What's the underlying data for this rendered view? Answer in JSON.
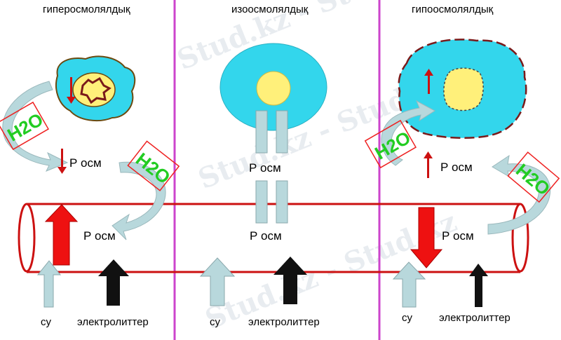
{
  "panels": {
    "hyper": {
      "title": "гиперосмолялдық",
      "p_upper": "Р осм",
      "p_vessel": "Р осм",
      "water": "су",
      "electrolytes": "электролиттер",
      "h2o": "H2O"
    },
    "iso": {
      "title": "изоосмолялдық",
      "p_upper": "Р осм",
      "p_vessel": "Р осм",
      "water": "су",
      "electrolytes": "электролиттер"
    },
    "hypo": {
      "title": "гипоосмолялдық",
      "p_upper": "Р осм",
      "p_vessel": "Р осм",
      "water": "су",
      "electrolytes": "электролиттер",
      "h2o": "H2O"
    }
  },
  "watermark": "Stud.kz - Stud.kz",
  "colors": {
    "divider": "#cc44cc",
    "cytoplasm": "#33d6ec",
    "nucleus": "#fff07a",
    "vessel": "#cc1111",
    "arrow_light": "#b8d8dc",
    "arrow_red": "#ee1111",
    "arrow_black": "#111111",
    "h2o_text": "#22cc22"
  }
}
